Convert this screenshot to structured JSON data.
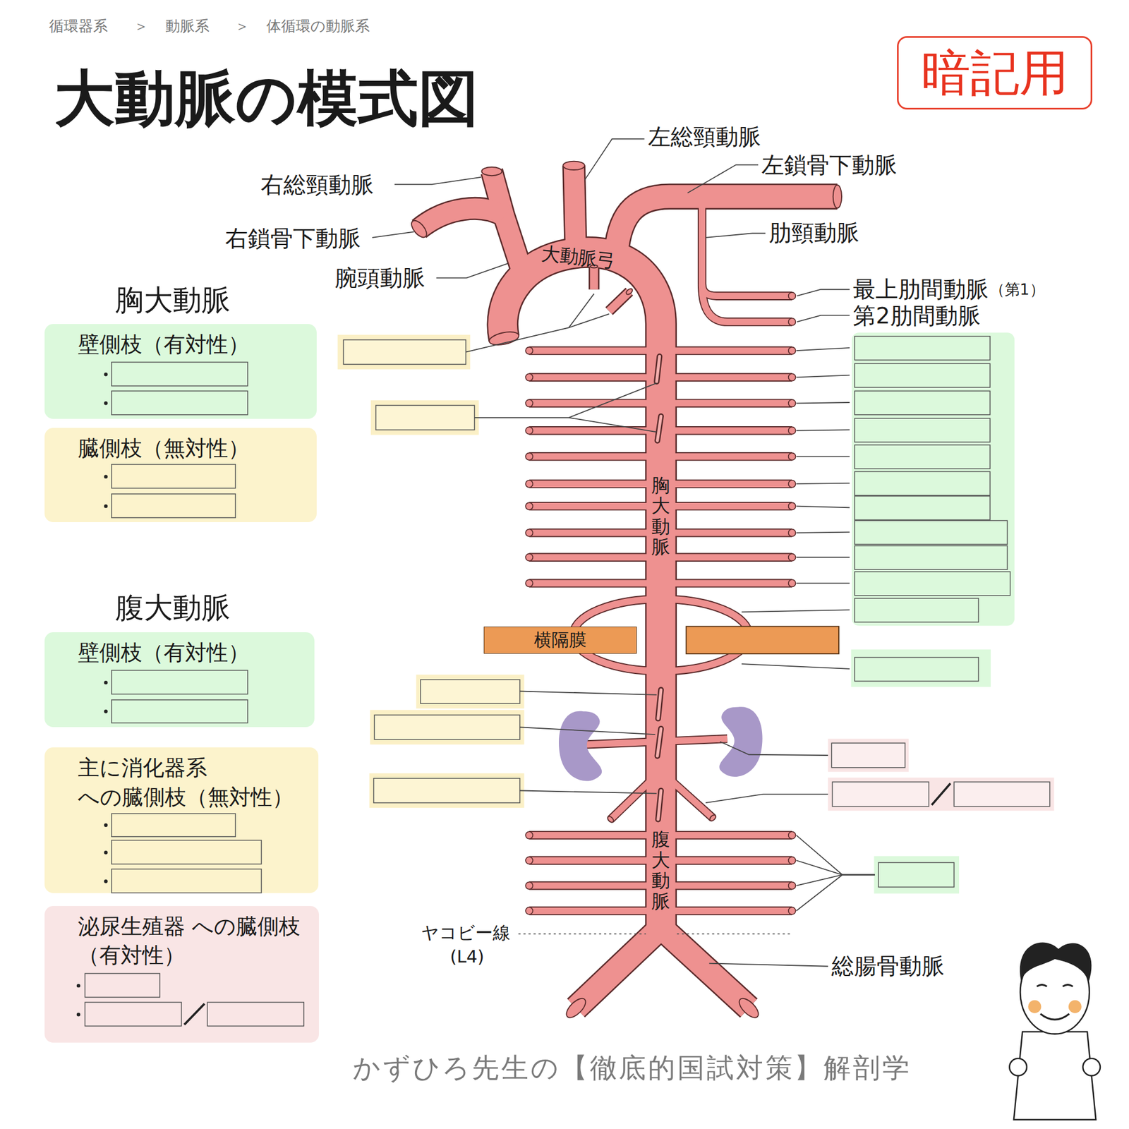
{
  "diagram": {
    "title": "大動脈の模式図",
    "nodes": [
      {
        "text": [
          "暗記用"
        ]
      },
      {
        "text": [
          "壁側枝（有対性）"
        ]
      },
      {
        "text": [
          "臓側枝（無対性）"
        ]
      },
      {
        "text": [
          "壁側枝（有対性）"
        ]
      },
      {
        "text": [
          "主に消化器系 への臓側枝（無対性）"
        ]
      },
      {
        "text": [
          "泌尿生殖器 への臓側枝（有対性）"
        ]
      },
      {
        "text": [
          "横隔膜"
        ]
      }
    ],
    "labels": [
      "循環器系",
      "＞",
      "動脈系",
      "＞",
      "体循環の動脈系",
      "左総頸動脈",
      "左鎖骨下動脈",
      "右総頸動脈",
      "右鎖骨下動脈",
      "腕頭動脈",
      "大動脈弓",
      "肋頸動脈",
      "最上肋間動脈",
      "（第1）",
      "第2肋間動脈",
      "胸大動脈",
      "胸大動脈",
      "腹大動脈",
      "腹大動脈",
      "ヤコビー線",
      "(L4)",
      "総腸骨動脈",
      "かずひろ先生の【徹底的国試対策】解剖学"
    ]
  }
}
